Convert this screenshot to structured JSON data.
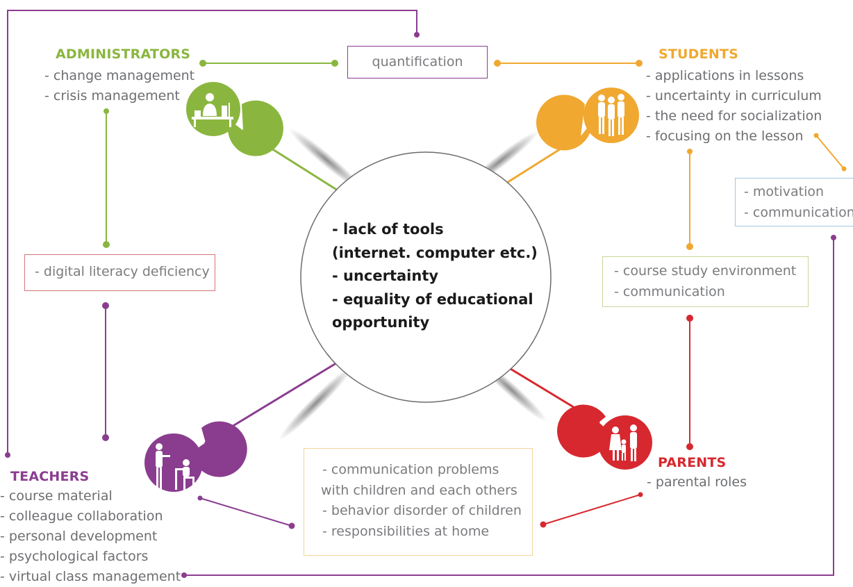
{
  "center": {
    "lines": [
      "- lack of tools",
      "(internet. computer etc.)",
      "- uncertainty",
      "- equality of educational",
      "opportunity"
    ]
  },
  "groups": {
    "administrators": {
      "title": "ADMINISTRATORS",
      "color": "#8ab63f",
      "items": [
        "- change management",
        "- crisis management"
      ]
    },
    "students": {
      "title": "STUDENTS",
      "color": "#f0a830",
      "items": [
        "- applications in lessons",
        "- uncertainty in curriculum",
        "- the need for socialization",
        "- focusing on the lesson"
      ]
    },
    "teachers": {
      "title": "TEACHERS",
      "color": "#8a3d8f",
      "items": [
        "- course material",
        "- colleague collaboration",
        "- personal development",
        "- psychological factors",
        "- virtual class management"
      ]
    },
    "parents": {
      "title": "PARENTS",
      "color": "#d7282f",
      "items": [
        "- parental roles"
      ]
    }
  },
  "boxes": {
    "quantification": {
      "lines": [
        "quantification"
      ],
      "border": "#8a3d8f"
    },
    "motivation": {
      "lines": [
        "- motivation",
        "- communication"
      ],
      "border": "#9fc5de"
    },
    "digital_literacy": {
      "lines": [
        "- digital literacy deficiency"
      ],
      "border": "#d9737a"
    },
    "course_study": {
      "lines": [
        "- course study environment",
        "- communication"
      ],
      "border": "#c7d69a"
    },
    "communication_problems": {
      "lines": [
        "- communication problems",
        "with children and each others",
        "- behavior disorder of children",
        "- responsibilities at home"
      ],
      "border": "#f3d49a"
    }
  },
  "icons": [
    "administrators-desk-icon",
    "students-group-icon",
    "teacher-classroom-icon",
    "parents-family-icon"
  ]
}
